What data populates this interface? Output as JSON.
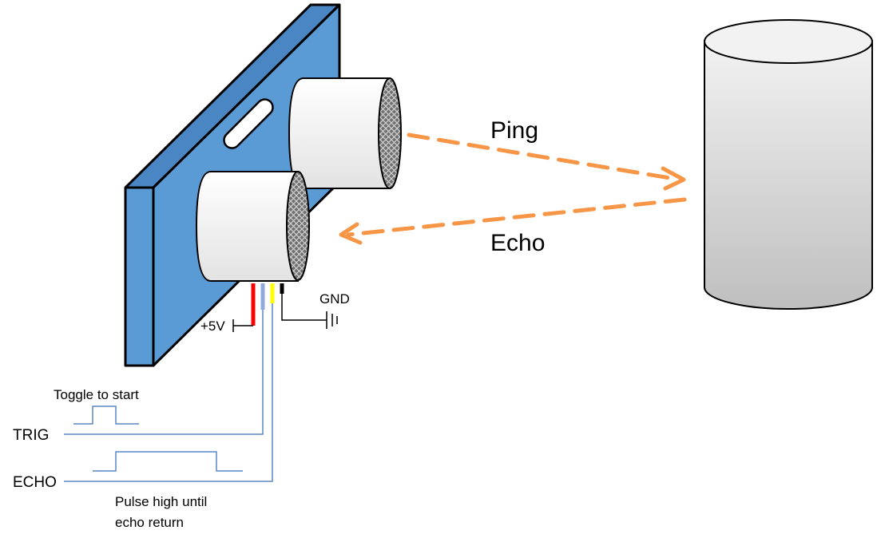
{
  "diagram": {
    "labels": {
      "ping": "Ping",
      "echo_arrow": "Echo",
      "gnd": "GND",
      "vcc": "+5V",
      "toggle_note": "Toggle to start",
      "trig": "TRIG",
      "echo_pin": "ECHO",
      "pulse_note_line1": "Pulse high until",
      "pulse_note_line2": "echo return"
    },
    "colors": {
      "board_face": "#5b9bd5",
      "board_edge": "#4a86c4",
      "outline": "#000000",
      "arrow": "#f79646",
      "wire_red": "#ff0000",
      "wire_blue": "#8faadc",
      "wire_yellow": "#ffff00",
      "wire_black": "#000000",
      "signal_line": "#5b87c5"
    }
  }
}
